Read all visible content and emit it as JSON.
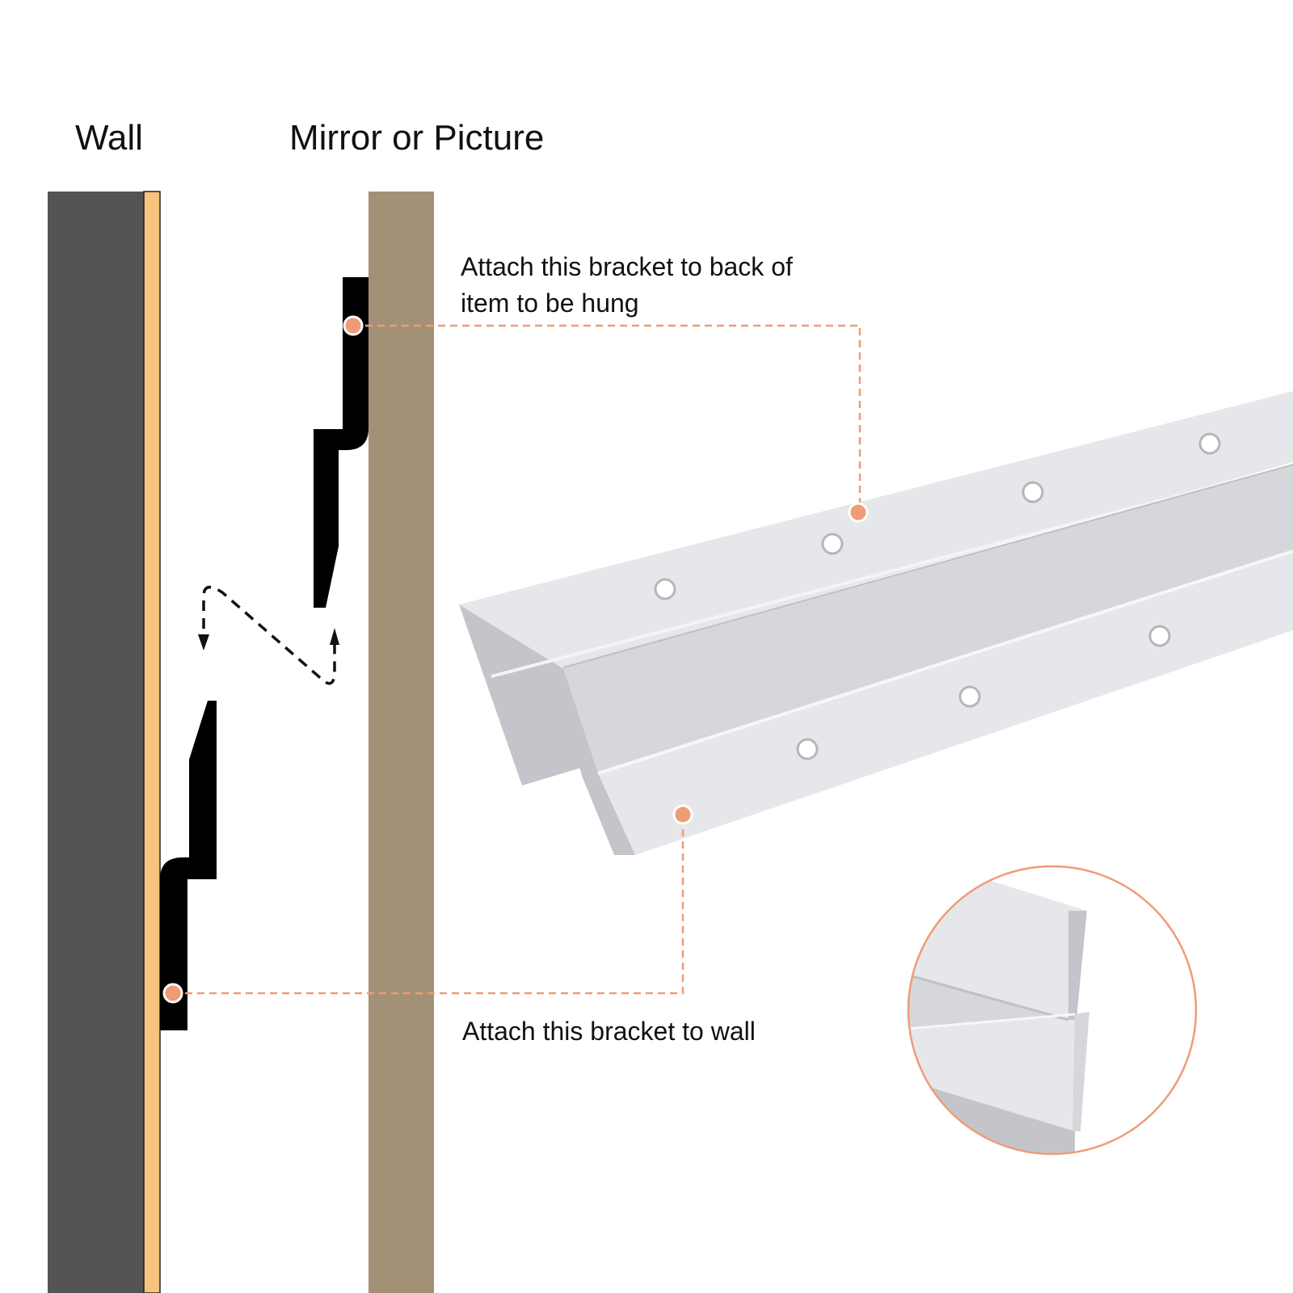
{
  "labels": {
    "wall": "Wall",
    "mirror": "Mirror or Picture",
    "top_bracket_note": "Attach this bracket to back of item to be hung",
    "wall_bracket_note": "Attach this bracket to wall"
  },
  "colors": {
    "wall": "#545454",
    "wall_strip": "#f6c47e",
    "panel": "#a39177",
    "bracket": "#000000",
    "callout": "#ee9c77",
    "rail_light": "#e6e7ea",
    "rail_mid": "#d6d7db",
    "rail_dark": "#c4c5ca"
  }
}
